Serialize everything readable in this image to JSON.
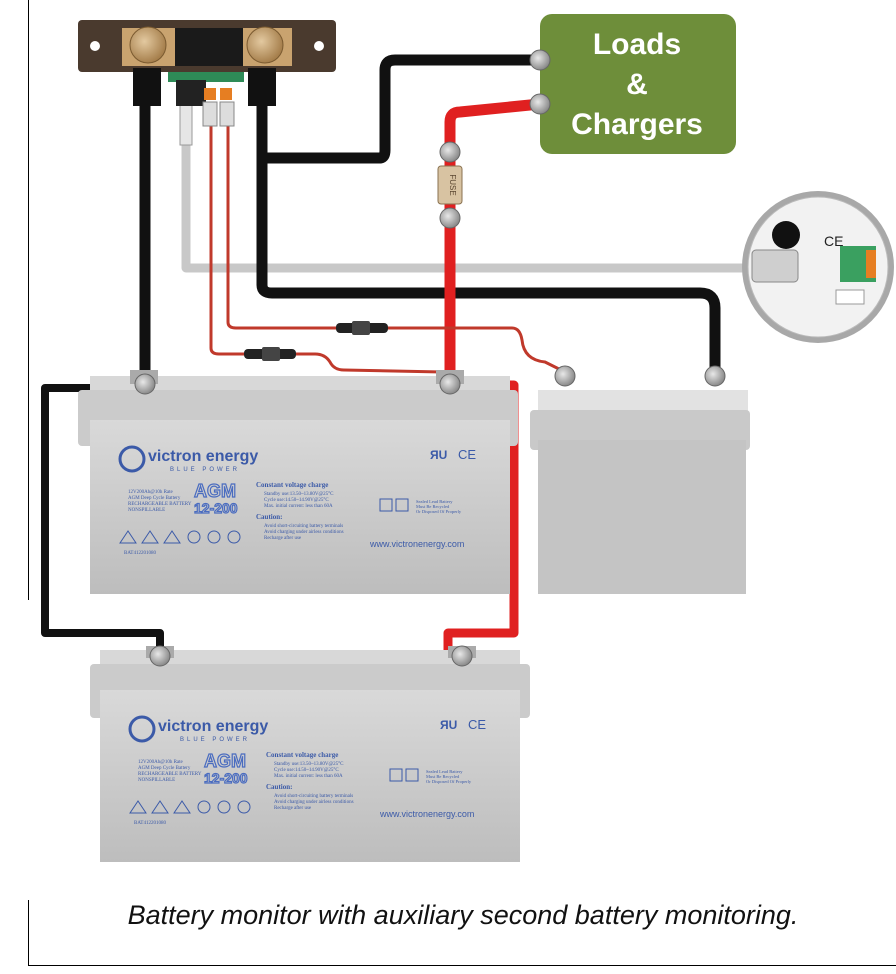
{
  "loads_box": {
    "line1": "Loads",
    "line2": "&",
    "line3": "Chargers"
  },
  "fuse_label": "FUSE",
  "monitor": {
    "ce_mark": "CE"
  },
  "battery": {
    "brand": "victron energy",
    "brand_sub": "BLUE POWER",
    "spec_lines": [
      "12V200Ah@10h Rate",
      "AGM Deep Cycle Battery",
      "RECHARGEABLE BATTERY",
      "NONSPILLABLE"
    ],
    "agm": "AGM",
    "model": "12-200",
    "charge_title": "Constant voltage charge",
    "charge_lines": [
      "Standby use:13.50~13.80V@25°C",
      "Cycle    use:14.50~14.90V@25°C",
      "Max. initial current: less than 60A"
    ],
    "caution_title": "Caution:",
    "caution_lines": [
      "Avoid short-circuiting battery terminals",
      "Avoid charging under airless conditions",
      "Recharge after use"
    ],
    "recycle_lines": [
      "Sealed Lead Battery",
      "Must Be Recycled",
      "Or Disposed Of Properly"
    ],
    "ul_ce": "CE",
    "website": "www.victronenergy.com",
    "part_no": "BAT412201080"
  },
  "caption": "Battery monitor with auxiliary second battery monitoring.",
  "colors": {
    "positive": "#e02020",
    "negative": "#111111",
    "sense": "#c0392b",
    "data_cable": "#c8c8c8",
    "loads_box": "#6e8e3a",
    "battery": "#c8c8c8"
  }
}
